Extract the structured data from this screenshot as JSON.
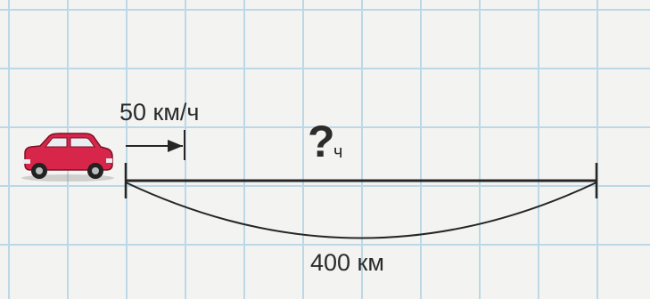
{
  "speed": "50 км/ч",
  "question": "?",
  "time_unit": "ч",
  "distance": "400 км",
  "colors": {
    "car_body": "#d8264a",
    "line": "#262626",
    "grid": "#bcd7e6",
    "background": "#f3f4f2"
  }
}
